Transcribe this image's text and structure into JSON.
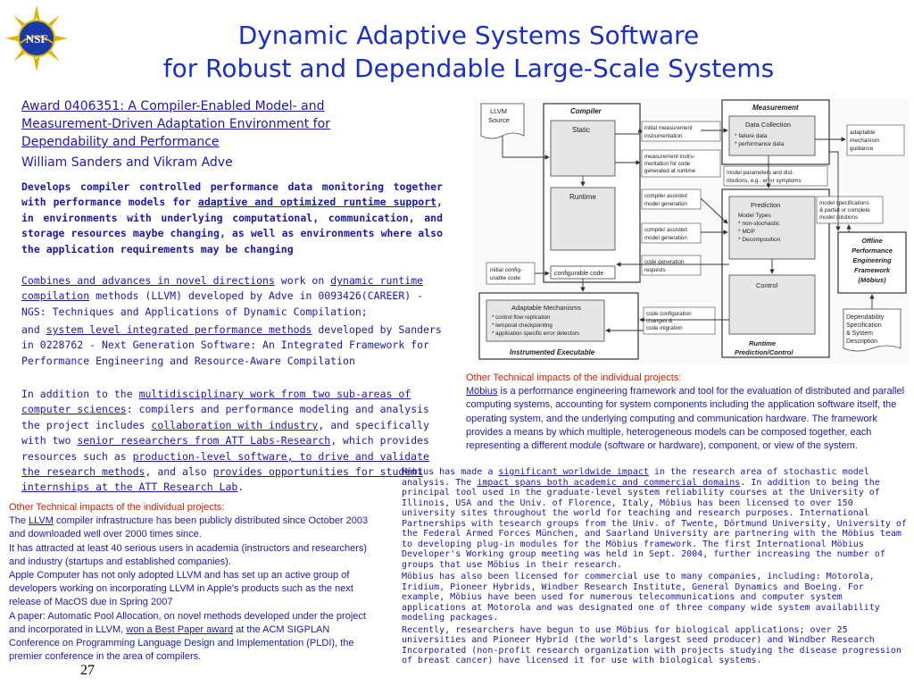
{
  "header": {
    "logo_text": "NSF",
    "title_line1": "Dynamic Adaptive Systems Software",
    "title_line2": "for Robust and Dependable Large-Scale Systems"
  },
  "award": {
    "title_line1": "Award 0406351: A Compiler-Enabled Model- and",
    "title_line2": "Measurement-Driven Adaptation Environment for",
    "title_line3": "Dependability and Performance",
    "authors": "William Sanders and Vikram Adve"
  },
  "summary": {
    "part1": "Develops compiler controlled performance data monitoring together with performance models for ",
    "link1": "adaptive and optimized runtime support",
    "part2": ", in environments with underlying computational, communication, and storage resources maybe changing, as well as environments where also the application requirements may be changing"
  },
  "para1": {
    "link1": "Combines and advances in novel directions",
    "t1": " work on ",
    "link2": "dynamic runtime compilation",
    "t2": " methods (LLVM) developed by Adve in 0093426(CAREER) - NGS: Techniques and Applications of Dynamic Compilation;"
  },
  "para2": {
    "t1": "and  ",
    "link1": "system level integrated performance methods",
    "t2": " developed by Sanders in 0228762 - Next Generation Software: An Integrated Framework for Performance Engineering and Resource-Aware Compilation"
  },
  "para3": {
    "t1": "In addition to the ",
    "link1": "multidisciplinary work from two sub-areas of computer sciences",
    "t2": ": compilers and performance modeling and analysis the project includes ",
    "link2": "collaboration with industry",
    "t3": ", and specifically with two ",
    "link3": "senior researchers from ATT Labs-Research",
    "t4": ", which provides resources such as ",
    "link4": "production-level software, to drive and validate the research methods",
    "t5": ", and also ",
    "link5": "provides opportunities for student internships at the ATT Research Lab",
    "t6": "."
  },
  "llvm_impacts": {
    "heading": "Other Technical impacts of the individual projects:",
    "l1_pre": "The ",
    "l1_link": "LLVM",
    "l1_post": " compiler infrastructure has been publicly distributed since October 2003 and downloaded well over 2000 times since.",
    "l2": "It has attracted at least 40 serious users in academia (instructors and researchers) and industry (startups and established companies).",
    "l3": "Apple Computer has not only adopted LLVM and has set up an active group of developers working on incorporating LLVM in Apple's products such as the next release of MacOS due in Spring 2007",
    "l4_pre": "A paper: Automatic Pool Allocation, on novel methods developed under the project and incorporated in LLVM, ",
    "l4_link": "won a Best Paper award",
    "l4_post": " at the ACM SIGPLAN Conference on Programming Language Design and Implementation (PLDI), the premier conference in the area of compilers."
  },
  "mobius_impacts": {
    "heading": "Other Technical impacts of the individual projects:",
    "link": "Möbius",
    "text": " is a performance engineering framework and tool for the evaluation of distributed and parallel computing systems, accounting for system components including the application software itself, the operating system, and the underlying computing and communication hardware. The framework provides a means by which multiple, heterogeneous models can be composed together, each representing a different module (software or hardware), component, or view of the system."
  },
  "mobius_details": {
    "p1_t1": "Möbius has made a ",
    "p1_link1": "significant worldwide impact",
    "p1_t2": " in the research area of stochastic model analysis. The ",
    "p1_link2": "impact spans both academic and commercial domains",
    "p1_t3": ". In addition to being the principal tool used in the graduate-level system reliability courses at the University of Illinois, USA and the Univ. of Florence, Italy, Möbius has been licensed to over 150 university sites throughout the world for teaching and research purposes. International Partnerships with tesearch groups from the Univ. of Twente, Dörtmund University, University of the Federal Armed Forces München, and Saarland University are partnering with the Möbius team to developing plug-in modules for the Möbius framework. The first International Möbius Developer's Working group meeting was held in Sept. 2004, further increasing the number of groups that use Möbius in their research.",
    "p2": "Möbius has also been licensed for commercial use to many companies, including: Motorola, Iridium, Pioneer Hybrids, Windber Research Institute, General Dynamics and Boeing. For example, Möbius have been used for numerous telecommunications and computer system applications at Motorola and was designated one of three company wide system availability modeling packages.",
    "p3": "Recently, researchers have begun to use Möbius for biological applications; over 25 universities and Pioneer Hybrid (the world's largest seed producer) and Windber Research Incorporated (non-profit research organization with projects studying the disease progression of breast cancer) have licensed it for use with biological systems."
  },
  "page_number": "27",
  "diagram": {
    "llvm_source": [
      "LLVM",
      "Source"
    ],
    "compiler": "Compiler",
    "static": "Static",
    "runtime": "Runtime",
    "configurable_code": "configurable code",
    "initial_config": [
      "initial config-",
      "urable code"
    ],
    "measurement": "Measurement",
    "data_collection": "Data Collection",
    "dc_items": [
      "* failure data",
      "* performance data"
    ],
    "adaptable_guidance": [
      "adaptable",
      "mechanism",
      "guidance"
    ],
    "initial_instr": [
      "initial measurement",
      "instrumentation"
    ],
    "meas_instr": [
      "measurement instru-",
      "mentation for code",
      "generated at runtime"
    ],
    "model_params": [
      "model parameters and dist-",
      "ributions, e.g., error symptoms"
    ],
    "comp_assisted1": [
      "compiler assisted",
      "model generation"
    ],
    "comp_assisted2": [
      "compiler assisted",
      "model generation"
    ],
    "prediction": "Prediction",
    "model_types": [
      "Model Types",
      "* non-stochastic",
      "* MDP",
      "* Decomposition"
    ],
    "model_specs": [
      "model specifications",
      "& partial or complete",
      "model solutions"
    ],
    "code_gen_req": [
      "code generation",
      "requests"
    ],
    "control": "Control",
    "offline": [
      "Offline",
      "Performance",
      "Engineering",
      "Framework",
      "(Möbius)"
    ],
    "adaptable_mech": "Adaptable Mechanisms",
    "am_items": [
      "* control flow replication",
      "* temporal checkpointing",
      "* application specific error detectors"
    ],
    "code_config": [
      "code configuration",
      "changes &",
      "code migration"
    ],
    "dependability_spec": [
      "Dependability",
      "Specification",
      "& System",
      "Description"
    ],
    "instrumented_exec": "Instrumented Executable",
    "runtime_pc": [
      "Runtime",
      "Prediction/Control"
    ]
  }
}
